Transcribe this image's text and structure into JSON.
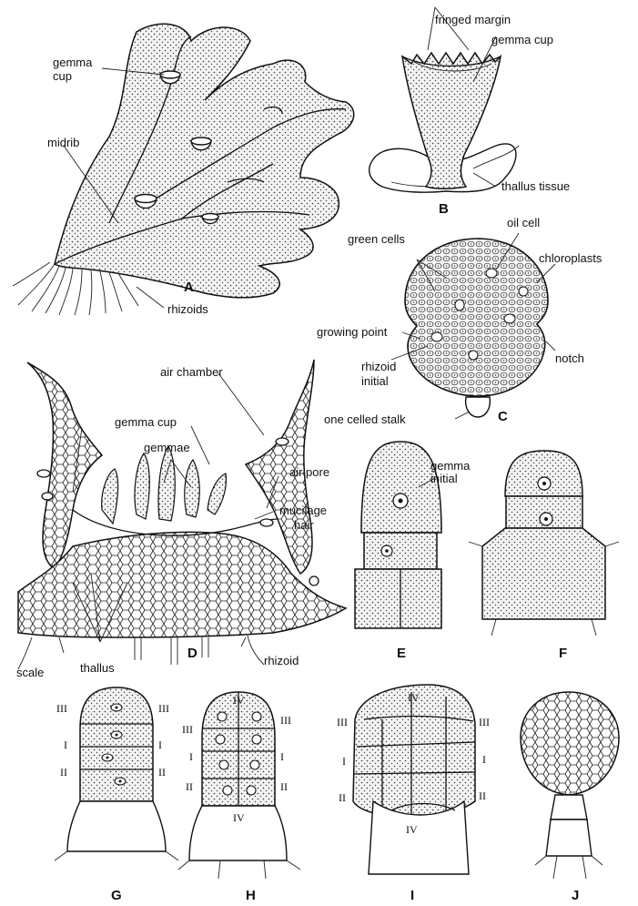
{
  "panels": {
    "A": {
      "letter": "A",
      "labels": {
        "gemma_cup": "gemma cup",
        "midrib": "midrib",
        "rhizoids": "rhizoids"
      }
    },
    "B": {
      "letter": "B",
      "labels": {
        "fringed_margin": "fringed margin",
        "gemma_cup": "gemma cup",
        "thallus_tissue": "thallus tissue"
      }
    },
    "C": {
      "letter": "C",
      "labels": {
        "green_cells": "green cells",
        "oil_cell": "oil cell",
        "chloroplasts": "chloroplasts",
        "growing_point": "growing point",
        "notch": "notch",
        "rhizoid_initial": "rhizoid initial",
        "one_celled_stalk": "one celled stalk"
      }
    },
    "D": {
      "letter": "D",
      "labels": {
        "air_chamber": "air chamber",
        "gemma_cup": "gemma cup",
        "gemmae": "gemmae",
        "air_pore": "air pore",
        "mucilage_hair": "mucilage hair",
        "scale": "scale",
        "thallus": "thallus",
        "rhizoid": "rhizoid"
      }
    },
    "E": {
      "letter": "E",
      "labels": {
        "gemma_initial": "gemma initial"
      }
    },
    "F": {
      "letter": "F"
    },
    "G": {
      "letter": "G",
      "numerals": [
        "III",
        "I",
        "II"
      ]
    },
    "H": {
      "letter": "H",
      "numerals": [
        "IV",
        "III",
        "I",
        "II"
      ]
    },
    "I": {
      "letter": "I",
      "numerals": [
        "IV",
        "III",
        "I",
        "II"
      ]
    },
    "J": {
      "letter": "J"
    }
  }
}
